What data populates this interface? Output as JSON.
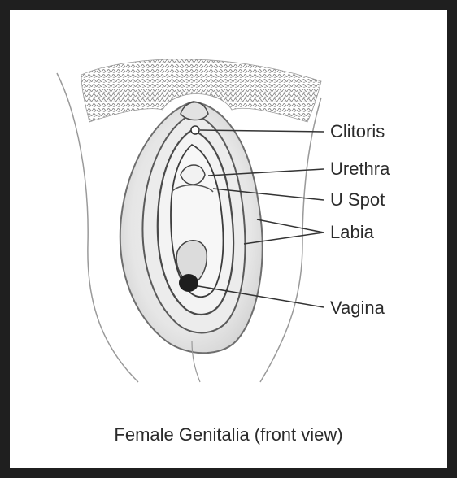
{
  "labels": {
    "clitoris": "Clitoris",
    "urethra": "Urethra",
    "u_spot": "U Spot",
    "labia": "Labia",
    "vagina": "Vagina"
  },
  "caption": "Female Genitalia (front view)",
  "colors": {
    "frame": "#1f1f1f",
    "ink": "#2b2b2b",
    "skin_shade": "#d9d9d9",
    "hair": "#8c8c8c"
  }
}
